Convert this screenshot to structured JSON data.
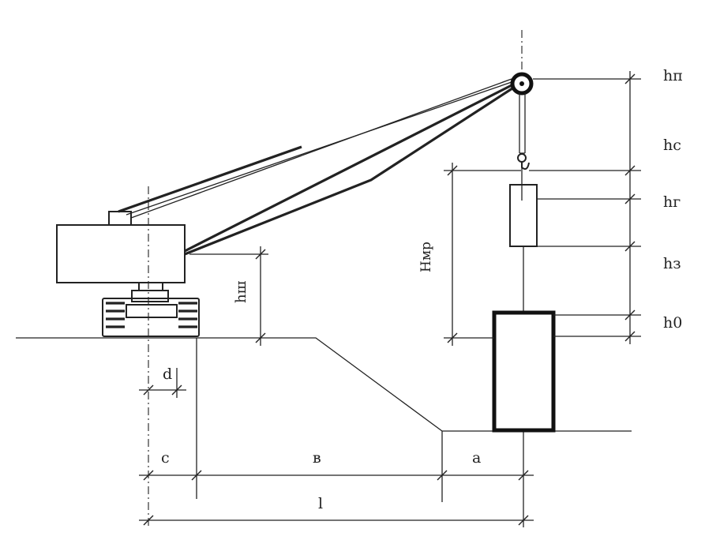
{
  "diagram": {
    "labels": {
      "hp": "hп",
      "hc": "hc",
      "hg": "hг",
      "hz": "hз",
      "h0": "h0",
      "hsh": "hш",
      "hmp": "Hмр",
      "d": "d",
      "c": "c",
      "b": "в",
      "a": "a",
      "l": "l"
    }
  }
}
